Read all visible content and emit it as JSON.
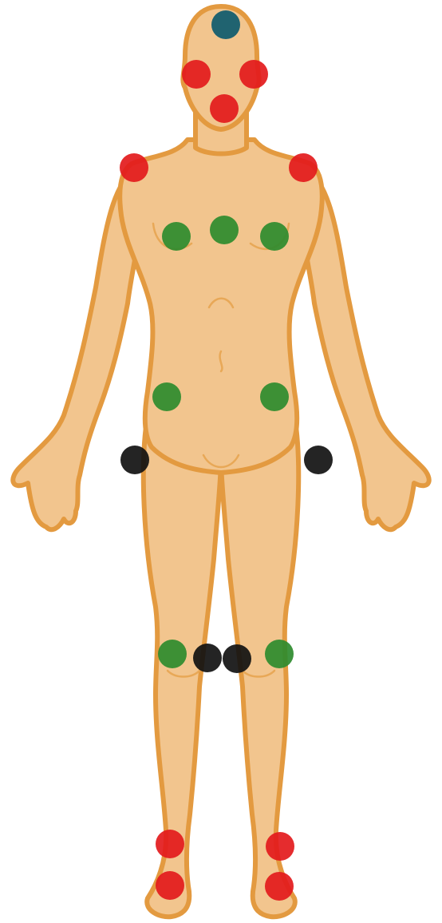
{
  "figure": {
    "skin_fill": "#F2C58E",
    "skin_outline": "#E39A40",
    "shade": "#E8A857"
  },
  "marker_colors": {
    "red": "#E31A1C",
    "green": "#2E8B2E",
    "black": "#111111",
    "teal": "#0E5A6E"
  },
  "markers": [
    {
      "id": "crown",
      "color": "teal"
    },
    {
      "id": "cheek-right",
      "color": "red"
    },
    {
      "id": "cheek-left",
      "color": "red"
    },
    {
      "id": "chin",
      "color": "red"
    },
    {
      "id": "shoulder-right",
      "color": "red"
    },
    {
      "id": "shoulder-left",
      "color": "red"
    },
    {
      "id": "breast-right",
      "color": "green"
    },
    {
      "id": "sternum",
      "color": "green"
    },
    {
      "id": "breast-left",
      "color": "green"
    },
    {
      "id": "hip-right",
      "color": "green"
    },
    {
      "id": "hip-left",
      "color": "green"
    },
    {
      "id": "wrist-right",
      "color": "black"
    },
    {
      "id": "wrist-left",
      "color": "black"
    },
    {
      "id": "knee-outer-right",
      "color": "green"
    },
    {
      "id": "knee-inner-right",
      "color": "black"
    },
    {
      "id": "knee-inner-left",
      "color": "black"
    },
    {
      "id": "knee-outer-left",
      "color": "green"
    },
    {
      "id": "ankle-right",
      "color": "red"
    },
    {
      "id": "ankle-left",
      "color": "red"
    },
    {
      "id": "foot-right",
      "color": "red"
    },
    {
      "id": "foot-left",
      "color": "red"
    }
  ]
}
